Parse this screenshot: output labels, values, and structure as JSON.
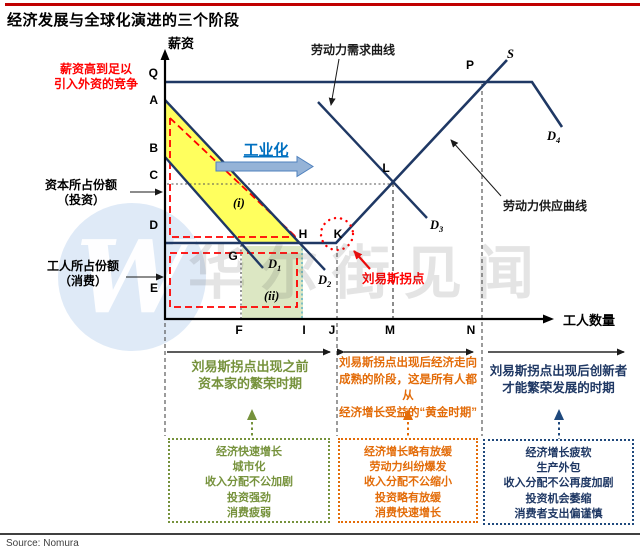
{
  "title": "经济发展与全球化演进的三个阶段",
  "footer": {
    "source": "Source: Nomura"
  },
  "watermark": {
    "logo_letter": "W",
    "text": "华尔街见闻"
  },
  "colors": {
    "rule_red": "#C00000",
    "red": "#FF0000",
    "navy": "#1F3864",
    "blue": "#0070C0",
    "green": "#76923C",
    "orange": "#E36C09"
  },
  "chart": {
    "y_axis_label": "薪资",
    "x_axis_label": "工人数量",
    "y_ticks": [
      "Q",
      "A",
      "B",
      "C",
      "D",
      "E"
    ],
    "x_ticks": [
      "F",
      "I",
      "J",
      "M",
      "N"
    ],
    "points": {
      "P": "P",
      "S": "S",
      "L": "L",
      "K": "K",
      "H": "H",
      "G": "G"
    },
    "curve_labels": {
      "demand": "劳动力需求曲线",
      "supply": "劳动力供应曲线",
      "d_base": "D",
      "d1_sub": "1",
      "d2_sub": "2",
      "d3_sub": "3",
      "d4_sub": "4"
    },
    "annotations": {
      "wage_note_line1": "薪资高到足以",
      "wage_note_line2": "引入外资的竞争",
      "capital_share_line1": "资本所占份额",
      "capital_share_line2": "（投资）",
      "worker_share_line1": "工人所占份额",
      "worker_share_line2": "（消费）",
      "industrialization": "工业化",
      "lewis_point": "刘易斯拐点",
      "region_i": "(i)",
      "region_ii": "(ii)"
    }
  },
  "stages": [
    {
      "label_lines": [
        "刘易斯拐点出现之前",
        "资本家的繁荣时期"
      ],
      "box_items": [
        "经济快速增长",
        "城市化",
        "收入分配不公加剧",
        "投资强劲",
        "消费疲弱"
      ]
    },
    {
      "label_lines": [
        "刘易斯拐点出现后经济走向",
        "成熟的阶段，这是所有人都从",
        "经济增长受益的“黄金时期”"
      ],
      "box_items": [
        "经济增长略有放缓",
        "劳动力纠纷爆发",
        "收入分配不公缩小",
        "投资略有放缓",
        "消费快速增长"
      ]
    },
    {
      "label_lines": [
        "刘易斯拐点出现后创新者",
        "才能繁荣发展的时期"
      ],
      "box_items": [
        "经济增长疲软",
        "生产外包",
        "收入分配不公再度加剧",
        "投资机会萎缩",
        "消费者支出偏谨慎"
      ]
    }
  ]
}
